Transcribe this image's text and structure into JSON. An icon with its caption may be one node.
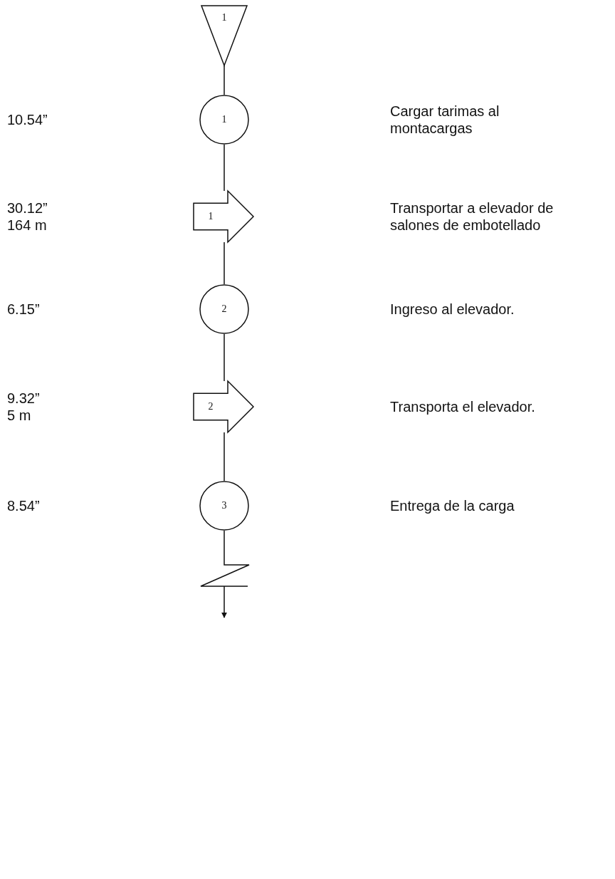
{
  "diagram": {
    "nodes": [
      {
        "text": [
          "1"
        ]
      },
      {
        "text": [
          "1"
        ]
      },
      {
        "text": [
          "1"
        ]
      },
      {
        "text": [
          "2"
        ]
      },
      {
        "text": [
          "2"
        ]
      },
      {
        "text": [
          "3"
        ]
      }
    ],
    "edges": [
      {
        "from": 0,
        "to": 1,
        "arrow": "none"
      },
      {
        "from": 1,
        "to": 2,
        "arrow": "none"
      },
      {
        "from": 2,
        "to": 3,
        "arrow": "none"
      },
      {
        "from": 3,
        "to": 4,
        "arrow": "none"
      },
      {
        "from": 4,
        "to": 5,
        "arrow": "none"
      },
      {
        "from": 5,
        "to": null,
        "arrow": "to"
      }
    ],
    "labels": [
      "10.54”",
      "Cargar tarimas al montacargas",
      "30.12”",
      "164 m",
      "Transportar a elevador de salones de embotellado",
      "6.15”",
      "Ingreso al elevador.",
      "9.32”",
      "5 m",
      "Transporta el elevador.",
      "8.54”",
      "Entrega de la carga"
    ]
  }
}
